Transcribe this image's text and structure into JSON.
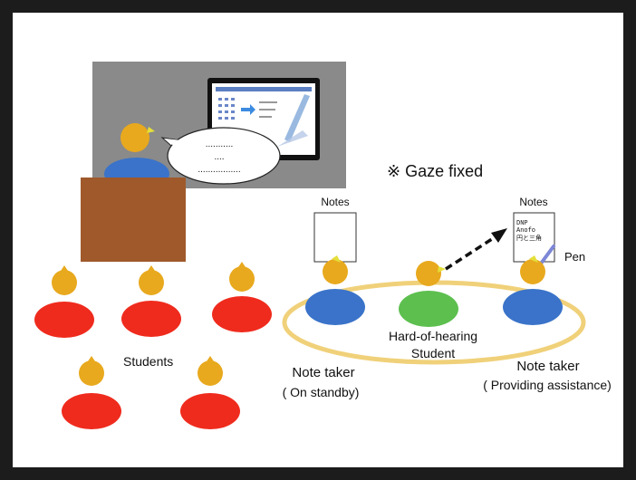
{
  "colors": {
    "background_frame": "#1c1c1c",
    "slide_background": "#ffffff",
    "screen_backdrop": "#8a8a8a",
    "podium": "#a0592b",
    "student_body": "#ef2b1d",
    "note_taker_body": "#3a73c9",
    "hoh_student_body": "#5cbf4e",
    "head": "#e8a91e",
    "group_ellipse": "#f0d17a",
    "pen": "#7d87d6"
  },
  "speech_bubble": {
    "line1": "...........",
    "line2": "....",
    "line3": "................."
  },
  "gaze_note": "※ Gaze fixed",
  "notes_label_left": "Notes",
  "notes_label_right": "Notes",
  "notes_content": {
    "line1": "DNP",
    "line2": "Anofo",
    "line3": "円と三角"
  },
  "pen_label": "Pen",
  "students_label": "Students",
  "note_taker_left": {
    "title": "Note taker",
    "status": "( On standby)"
  },
  "hoh_student": {
    "line1": "Hard-of-hearing",
    "line2": "Student"
  },
  "note_taker_right": {
    "title": "Note taker",
    "status": "( Providing assistance)"
  },
  "icons": {
    "teacher": "teacher-figure-icon",
    "student": "student-figure-icon",
    "projector_slide": "projector-slide-icon",
    "arrow": "dashed-arrow-icon",
    "pen": "pen-icon"
  }
}
